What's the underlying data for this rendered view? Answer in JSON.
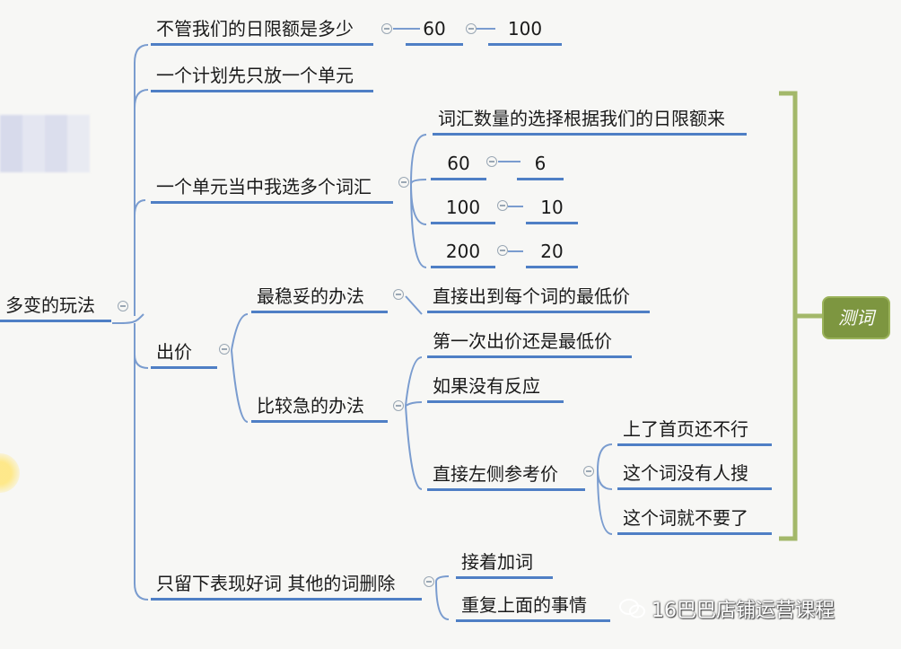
{
  "root": "多变的玩法",
  "branches": {
    "limit": "不管我们的日限额是多少",
    "limit_v1": "60",
    "limit_v2": "100",
    "one_unit": "一个计划先只放一个单元",
    "multi_words": "一个单元当中我选多个词汇",
    "words_rule": "词汇数量的选择根据我们的日限额来",
    "pairs": [
      {
        "budget": "60",
        "words": "6"
      },
      {
        "budget": "100",
        "words": "10"
      },
      {
        "budget": "200",
        "words": "20"
      }
    ],
    "bid": "出价",
    "safe_method": "最稳妥的办法",
    "safe_detail": "直接出到每个词的最低价",
    "urgent_method": "比较急的办法",
    "urgent_1": "第一次出价还是最低价",
    "urgent_2": "如果没有反应",
    "urgent_3": "直接左侧参考价",
    "result_1": "上了首页还不行",
    "result_2": "这个词没有人搜",
    "result_3": "这个词就不要了",
    "keep_good": "只留下表现好词 其他的词删除",
    "keep_1": "接着加词",
    "keep_2": "重复上面的事情"
  },
  "summary_label": "测词",
  "watermark": "16巴巴店铺运营课程",
  "colors": {
    "underline": "#4f7fc5",
    "connector": "#7a9ccf",
    "bracket": "#a3b86a",
    "tag": "#7d9640"
  }
}
